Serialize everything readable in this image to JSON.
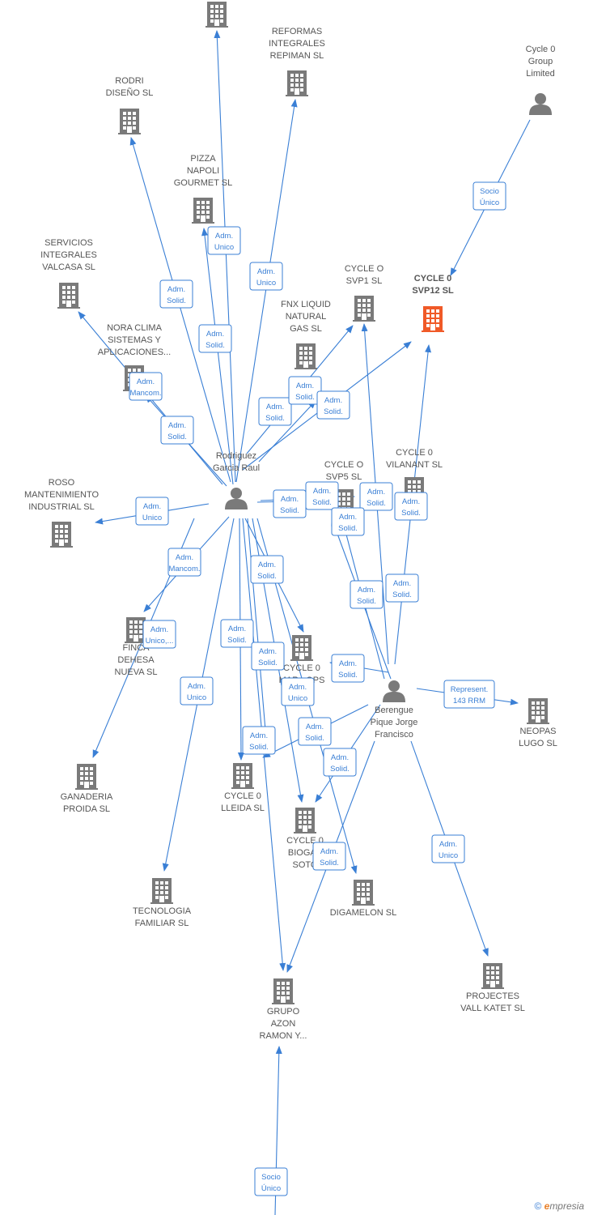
{
  "colors": {
    "edge": "#3a7fd5",
    "company": "#7a7a7a",
    "highlight": "#f05a28",
    "person": "#7a7a7a"
  },
  "footer": {
    "symbol": "©",
    "brand_initial": "e",
    "brand_rest": "mpresia"
  },
  "nodes": [
    {
      "id": "top",
      "type": "company",
      "label": []
    },
    {
      "id": "reformas",
      "type": "company",
      "label": [
        "REFORMAS",
        "INTEGRALES",
        "REPIMAN  SL"
      ]
    },
    {
      "id": "cycle0group",
      "type": "person",
      "label": [
        "Cycle 0",
        "Group",
        "Limited"
      ]
    },
    {
      "id": "rodri",
      "type": "company",
      "label": [
        "RODRI",
        "DISEÑO  SL"
      ]
    },
    {
      "id": "pizza",
      "type": "company",
      "label": [
        "PIZZA",
        "NAPOLI",
        "GOURMET SL"
      ]
    },
    {
      "id": "servicios",
      "type": "company",
      "label": [
        "SERVICIOS",
        "INTEGRALES",
        "VALCASA SL"
      ]
    },
    {
      "id": "svp1",
      "type": "company",
      "label": [
        "CYCLE O",
        "SVP1  SL"
      ]
    },
    {
      "id": "svp12",
      "type": "company",
      "highlight": true,
      "label": [
        "CYCLE 0",
        "SVP12  SL"
      ]
    },
    {
      "id": "fnx",
      "type": "company",
      "label": [
        "FNX LIQUID",
        "NATURAL",
        "GAS  SL"
      ]
    },
    {
      "id": "nora",
      "type": "company",
      "label": [
        "NORA CLIMA",
        "SISTEMAS Y",
        "APLICACIONES..."
      ]
    },
    {
      "id": "rodriguez",
      "type": "person",
      "label": [
        "Rodriguez",
        "Garcia Raul"
      ]
    },
    {
      "id": "svp5",
      "type": "company",
      "label": [
        "CYCLE O",
        "SVP5  SL"
      ]
    },
    {
      "id": "vilanant",
      "type": "company",
      "label": [
        "CYCLE 0",
        "VILANANT  SL"
      ]
    },
    {
      "id": "roso",
      "type": "company",
      "label": [
        "ROSO",
        "MANTENIMIENTO",
        "INDUSTRIAL  SL"
      ]
    },
    {
      "id": "finca",
      "type": "company",
      "label": [
        "FINCA",
        "DEHESA",
        "NUEVA SL"
      ]
    },
    {
      "id": "marshops",
      "type": "company",
      "label": [
        "CYCLE 0",
        "MAR...OPS"
      ]
    },
    {
      "id": "berengue",
      "type": "person",
      "label": [
        "Berengue",
        "Pique Jorge",
        "Francisco"
      ]
    },
    {
      "id": "neopas",
      "type": "company",
      "label": [
        "NEOPAS",
        "LUGO SL"
      ]
    },
    {
      "id": "ganaderia",
      "type": "company",
      "label": [
        "GANADERIA",
        "PROIDA  SL"
      ]
    },
    {
      "id": "lleida",
      "type": "company",
      "label": [
        "CYCLE 0",
        "LLEIDA  SL"
      ]
    },
    {
      "id": "biogas",
      "type": "company",
      "label": [
        "CYCLE 0",
        "BIOGAS",
        "SOTO"
      ]
    },
    {
      "id": "tecnologia",
      "type": "company",
      "label": [
        "TECNOLOGIA",
        "FAMILIAR  SL"
      ]
    },
    {
      "id": "digamelon",
      "type": "company",
      "label": [
        "DIGAMELON  SL"
      ]
    },
    {
      "id": "projectes",
      "type": "company",
      "label": [
        "PROJECTES",
        "VALL KATET  SL"
      ]
    },
    {
      "id": "grupo",
      "type": "company",
      "label": [
        "GRUPO",
        "AZON",
        "RAMON Y..."
      ]
    }
  ],
  "relations": [
    {
      "id": "r1",
      "label": [
        "Socio",
        "Único"
      ]
    },
    {
      "id": "r2",
      "label": [
        "Adm.",
        "Unico"
      ]
    },
    {
      "id": "r3",
      "label": [
        "Adm.",
        "Unico"
      ]
    },
    {
      "id": "r4",
      "label": [
        "Adm.",
        "Solid."
      ]
    },
    {
      "id": "r5",
      "label": [
        "Adm.",
        "Solid."
      ]
    },
    {
      "id": "r6",
      "label": [
        "Adm.",
        "Mancom."
      ]
    },
    {
      "id": "r7",
      "label": [
        "Adm.",
        "Solid."
      ]
    },
    {
      "id": "r8",
      "label": [
        "Adm.",
        "Solid."
      ]
    },
    {
      "id": "r9",
      "label": [
        "Adm.",
        "Solid."
      ]
    },
    {
      "id": "r10",
      "label": [
        "Adm.",
        "Solid."
      ]
    },
    {
      "id": "r11",
      "label": [
        "Adm.",
        "Unico"
      ]
    },
    {
      "id": "r12",
      "label": [
        "Adm.",
        "Solid."
      ]
    },
    {
      "id": "r13",
      "label": [
        "Adm.",
        "Solid."
      ]
    },
    {
      "id": "r14",
      "label": [
        "Adm.",
        "Solid."
      ]
    },
    {
      "id": "r15",
      "label": [
        "Adm.",
        "Solid."
      ]
    },
    {
      "id": "r16",
      "label": [
        "Adm.",
        "Solid."
      ]
    },
    {
      "id": "r17",
      "label": [
        "Adm.",
        "Mancom."
      ]
    },
    {
      "id": "r18",
      "label": [
        "Adm.",
        "Solid."
      ]
    },
    {
      "id": "r19",
      "label": [
        "Adm.",
        "Solid."
      ]
    },
    {
      "id": "r20",
      "label": [
        "Adm.",
        "Solid."
      ]
    },
    {
      "id": "r21",
      "label": [
        "Adm.",
        "Unico,..."
      ]
    },
    {
      "id": "r22",
      "label": [
        "Adm.",
        "Solid."
      ]
    },
    {
      "id": "r23",
      "label": [
        "Adm.",
        "Solid."
      ]
    },
    {
      "id": "r24",
      "label": [
        "Adm.",
        "Solid."
      ]
    },
    {
      "id": "r25",
      "label": [
        "Adm.",
        "Unico"
      ]
    },
    {
      "id": "r26",
      "label": [
        "Adm.",
        "Unico"
      ]
    },
    {
      "id": "r27",
      "label": [
        "Represent.",
        "143 RRM"
      ]
    },
    {
      "id": "r28",
      "label": [
        "Adm.",
        "Solid."
      ]
    },
    {
      "id": "r29",
      "label": [
        "Adm.",
        "Solid."
      ]
    },
    {
      "id": "r30",
      "label": [
        "Adm.",
        "Solid."
      ]
    },
    {
      "id": "r31",
      "label": [
        "Adm.",
        "Solid."
      ]
    },
    {
      "id": "r32",
      "label": [
        "Adm.",
        "Unico"
      ]
    },
    {
      "id": "r33",
      "label": [
        "Socio",
        "Único"
      ]
    }
  ]
}
